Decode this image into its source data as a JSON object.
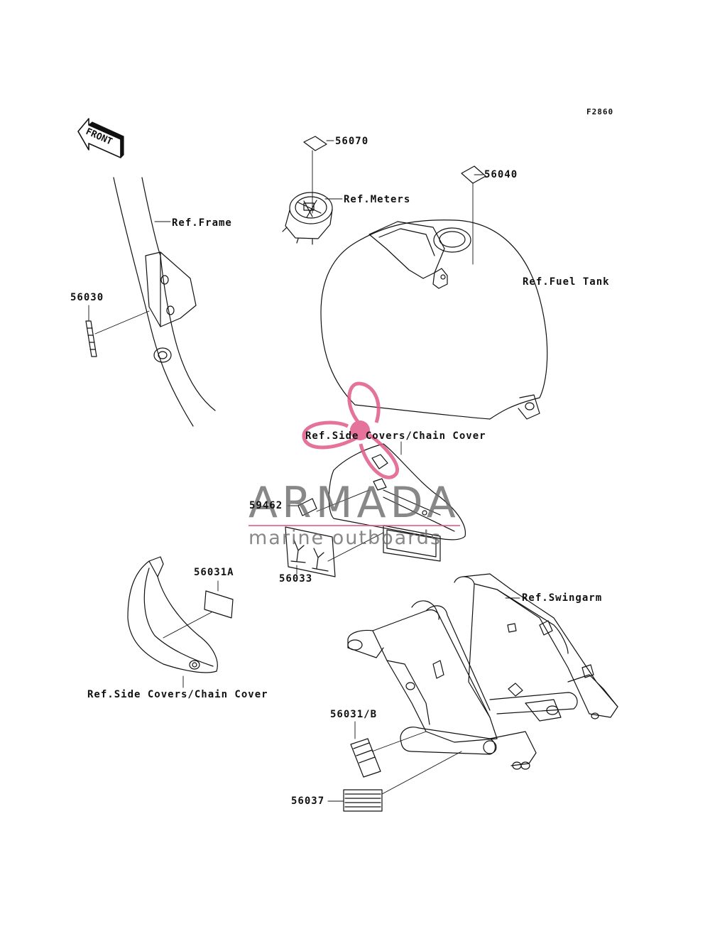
{
  "figure_code": "F2860",
  "front_label": "FRONT",
  "labels": {
    "p56070": "56070",
    "p56040": "56040",
    "ref_meters": "Ref.Meters",
    "ref_frame": "Ref.Frame",
    "ref_fuel_tank": "Ref.Fuel Tank",
    "p56030": "56030",
    "ref_side_covers_top": "Ref.Side Covers/Chain Cover",
    "p59462": "59462",
    "p56033": "56033",
    "p56031a": "56031A",
    "ref_swingarm": "Ref.Swingarm",
    "ref_side_covers_bottom": "Ref.Side Covers/Chain Cover",
    "p56031b": "56031/B",
    "p56037": "56037"
  },
  "watermark": {
    "title": "ARMADA",
    "subtitle": "marine outboards",
    "color": "#e05a8a"
  }
}
